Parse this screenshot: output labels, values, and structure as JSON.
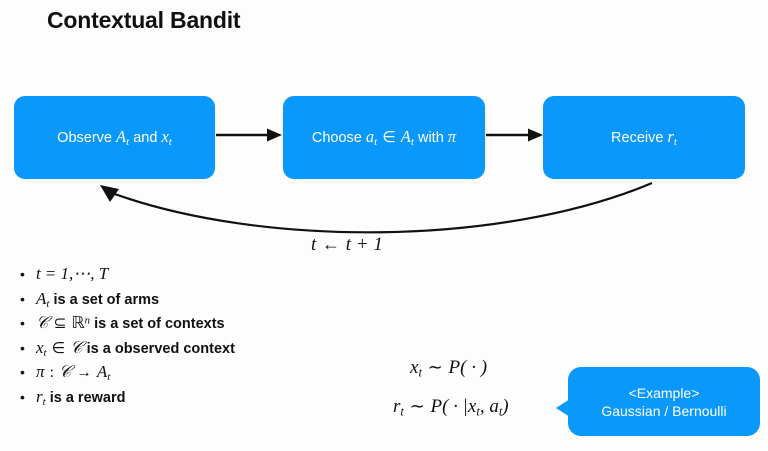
{
  "slide": {
    "title": "Contextual Bandit",
    "background_color": "#fdfdfd",
    "accent_color": "#0a98fb",
    "text_color": "#111111"
  },
  "flow": {
    "boxes": [
      {
        "id": "observe",
        "label": "Observe A_t and x_t",
        "prefix": "Observe",
        "var1": "A",
        "var1_sub": "t",
        "middle": "and",
        "var2": "x",
        "var2_sub": "t"
      },
      {
        "id": "choose",
        "label": "Choose a_t ∈ A_t with π",
        "prefix": "Choose",
        "var1": "a",
        "var1_sub": "t",
        "operator": "∈",
        "var2": "A",
        "var2_sub": "t",
        "middle": "with",
        "var3": "π"
      },
      {
        "id": "receive",
        "label": "Receive r_t",
        "prefix": "Receive",
        "var1": "r",
        "var1_sub": "t"
      }
    ],
    "arrows": [
      {
        "id": "observe-to-choose",
        "glyph": "arrow-right-icon"
      },
      {
        "id": "choose-to-receive",
        "glyph": "arrow-right-icon"
      }
    ],
    "feedback": {
      "label_var": "t",
      "label_arrow": "←",
      "label_rest": "t + 1",
      "label_full": "t ← t + 1"
    }
  },
  "bullets": [
    {
      "id": "time-range",
      "text": "t = 1,⋯, T",
      "math_var": "t",
      "math_rest": "= 1,⋯, T"
    },
    {
      "id": "arm-set",
      "text": "A_t is a set of arms",
      "math_var": "A",
      "math_sub": "t",
      "plain": "is a set of arms"
    },
    {
      "id": "context-set",
      "text": "𝒞 ⊆ ℝ^n is a set of contexts",
      "math_cal": "C",
      "math_op": "⊆",
      "math_bb": "R",
      "math_sup": "n",
      "plain": "is a set of contexts"
    },
    {
      "id": "observed-context",
      "text": "x_t ∈ 𝒞 is a observed context",
      "math_var": "x",
      "math_sub": "t",
      "math_op": "∈",
      "math_cal": "C",
      "plain": "is a observed context"
    },
    {
      "id": "policy",
      "text": "π : 𝒞 → A_t",
      "math_var": "π",
      "math_colon": ":",
      "math_cal": "C",
      "math_arrow": "→",
      "math_var2": "A",
      "math_sub2": "t"
    },
    {
      "id": "reward",
      "text": "r_t is a reward",
      "math_var": "r",
      "math_sub": "t",
      "plain": "is a reward"
    }
  ],
  "equations": [
    {
      "id": "context-distribution",
      "text": "x_t ~ P( · )",
      "lhs_var": "x",
      "lhs_sub": "t",
      "relation": "∼",
      "rhs": "P( · )"
    },
    {
      "id": "reward-distribution",
      "text": "r_t ~ P( · | x_t, a_t)",
      "lhs_var": "r",
      "lhs_sub": "t",
      "relation": "∼",
      "rhs_open": "P( · |",
      "rhs_var1": "x",
      "rhs_sub1": "t",
      "rhs_comma": ",",
      "rhs_var2": "a",
      "rhs_sub2": "t",
      "rhs_close": ")"
    }
  ],
  "callout": {
    "line1": "<Example>",
    "line2": "Gaussian / Bernoulli"
  }
}
